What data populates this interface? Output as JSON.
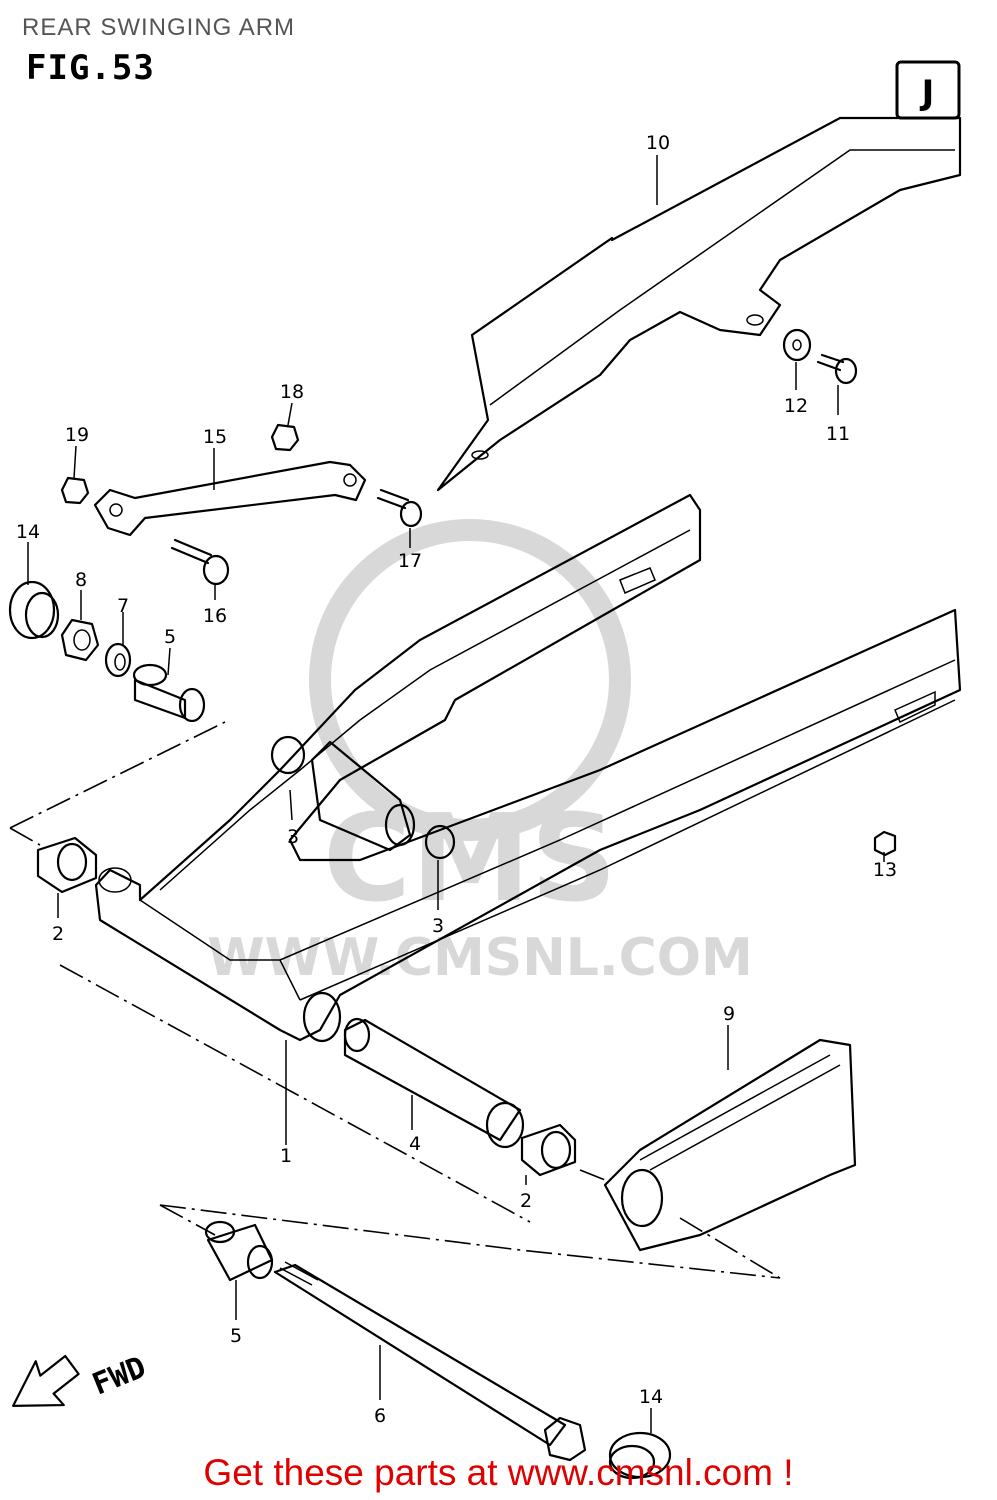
{
  "page_title": "REAR SWINGING ARM",
  "fig_label": "FIG.53",
  "region_badge": "J",
  "fwd_label": "FWD",
  "watermark_text": "WWW.CMSNL.COM",
  "watermark_logo": "CMS",
  "footer_link_text": "Get these parts at www.cmsnl.com !",
  "colors": {
    "footer": "#e00000",
    "title": "#555555",
    "watermark": "#d8d8d8",
    "line": "#000000"
  },
  "callouts": [
    "10",
    "12",
    "11",
    "18",
    "19",
    "15",
    "17",
    "14",
    "8",
    "7",
    "5",
    "16",
    "3",
    "3",
    "13",
    "2",
    "9",
    "1",
    "4",
    "2",
    "5",
    "6",
    "14"
  ]
}
